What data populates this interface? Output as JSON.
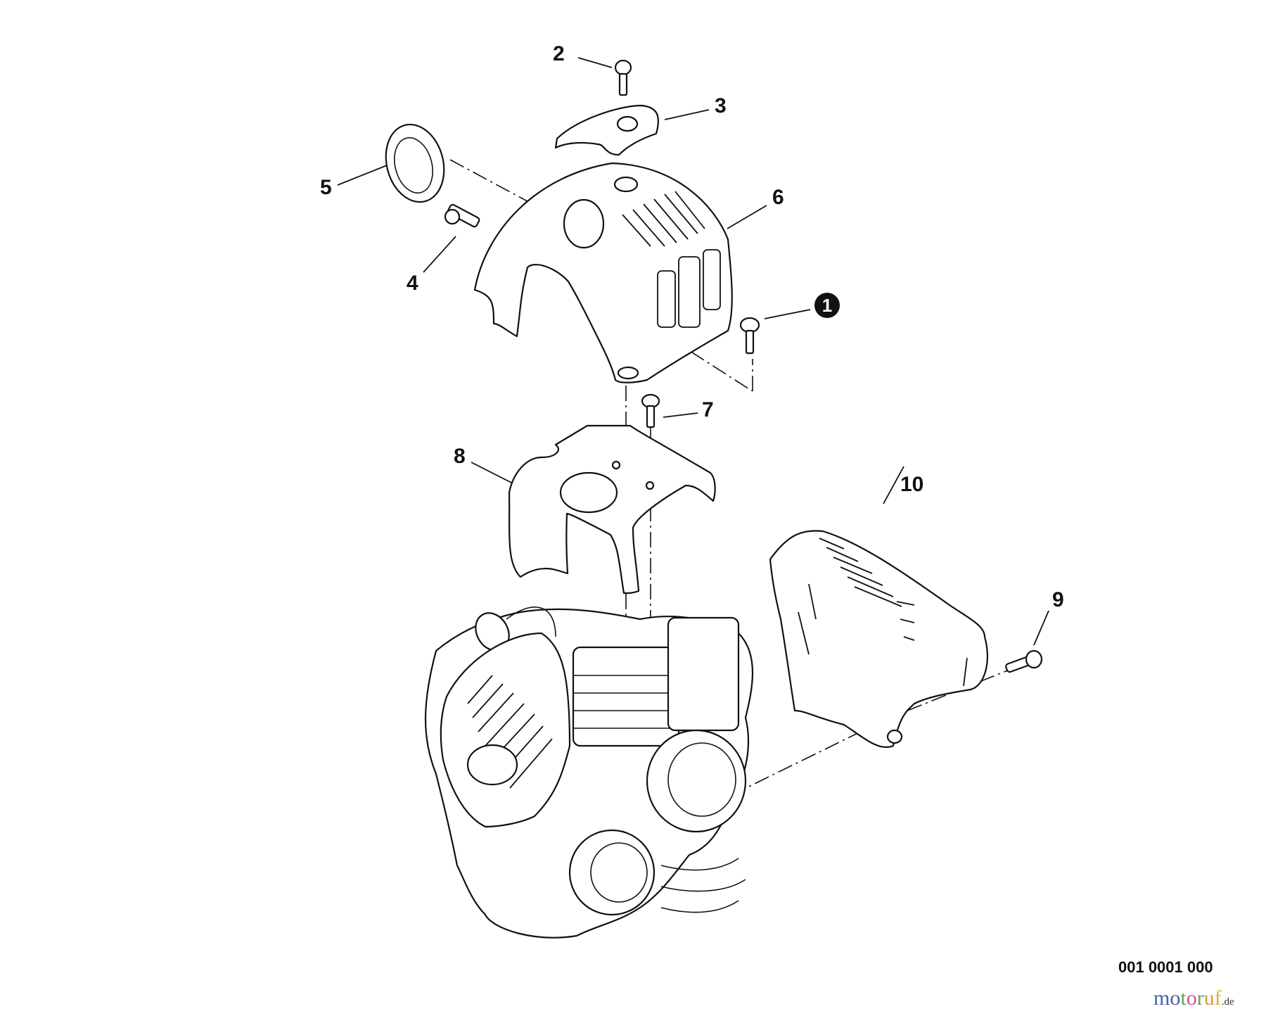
{
  "diagram": {
    "type": "exploded-parts-view",
    "subject": "engine covers and shrouds",
    "drawing_number": "001 0001 000",
    "watermark": {
      "name": "motoruf",
      "tld": ".de",
      "letter_colors": [
        "#4a5fa8",
        "#4a5fa8",
        "#5aa55a",
        "#d24f9c",
        "#5aa55a",
        "#d89a3a",
        "#d8b23a"
      ]
    },
    "callouts": [
      {
        "id": "1",
        "style": "filled-circle",
        "part": "screw"
      },
      {
        "id": "2",
        "style": "plain",
        "part": "screw"
      },
      {
        "id": "3",
        "style": "plain",
        "part": "clamp"
      },
      {
        "id": "4",
        "style": "plain",
        "part": "screw"
      },
      {
        "id": "5",
        "style": "plain",
        "part": "grommet"
      },
      {
        "id": "6",
        "style": "plain",
        "part": "cylinder cover"
      },
      {
        "id": "7",
        "style": "plain",
        "part": "screw"
      },
      {
        "id": "8",
        "style": "plain",
        "part": "heat shield"
      },
      {
        "id": "9",
        "style": "plain",
        "part": "screw"
      },
      {
        "id": "10",
        "style": "plain",
        "part": "muffler guard"
      }
    ],
    "connections": [
      [
        "5",
        "6"
      ],
      [
        "1",
        "6"
      ],
      [
        "6",
        "engine"
      ],
      [
        "7",
        "8"
      ],
      [
        "8",
        "engine"
      ],
      [
        "9",
        "10"
      ],
      [
        "10",
        "engine"
      ]
    ]
  }
}
